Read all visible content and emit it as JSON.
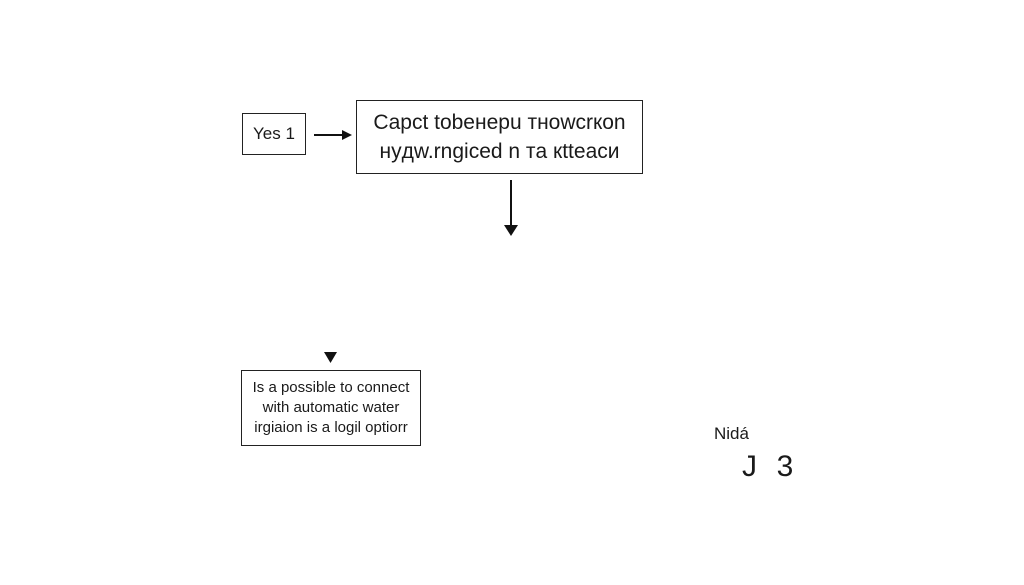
{
  "diagram": {
    "nodes": {
      "yes": {
        "label": "Yes 1"
      },
      "main": {
        "line1": "Capct tobeнepu тнowcrкon",
        "line2": "нyдw.rngiced  n тa кtteacи"
      },
      "question": {
        "line1": "Is a possible to connect",
        "line2": "with automatic water",
        "line3": "irgiaion is a logil optiorr"
      }
    },
    "labels": {
      "small": "Nidá",
      "large": "J  3"
    },
    "colors": {
      "stroke": "#222222",
      "text": "#1a1a1a",
      "background": "#ffffff"
    }
  }
}
